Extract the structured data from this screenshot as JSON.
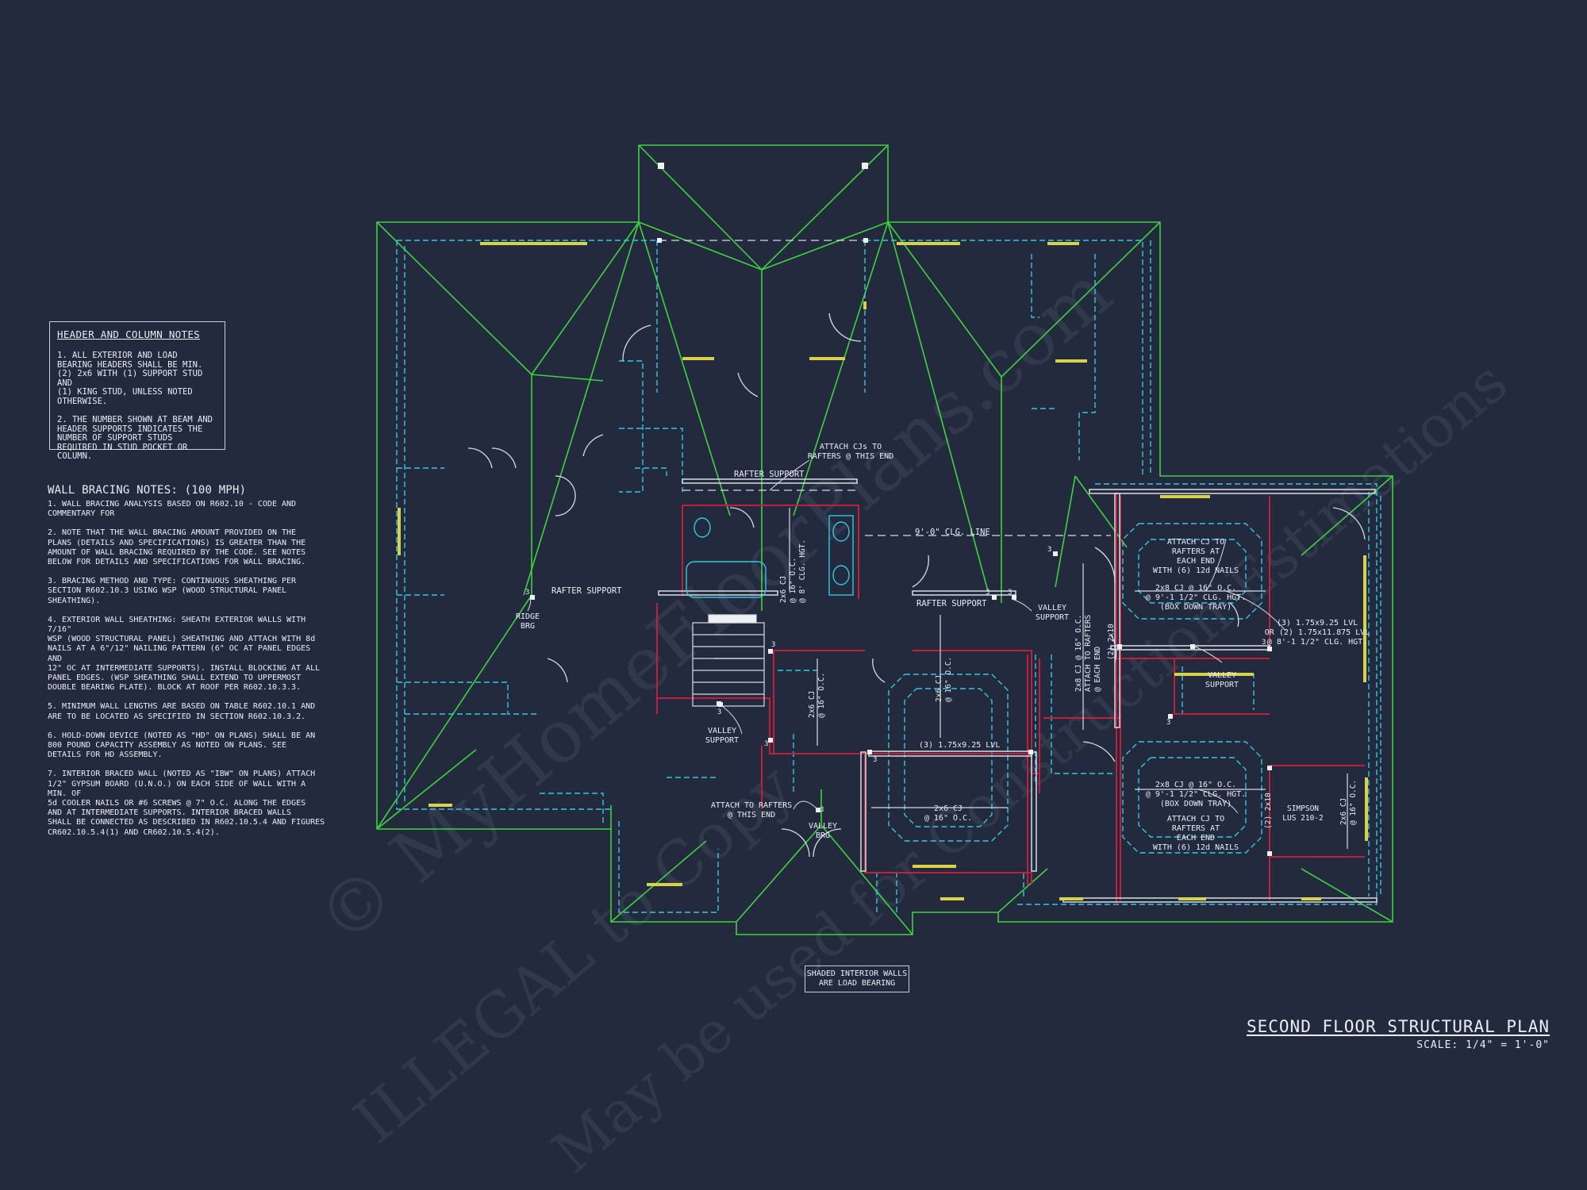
{
  "header_notes": {
    "title": "HEADER AND COLUMN NOTES",
    "items": [
      "1. ALL EXTERIOR AND LOAD\nBEARING HEADERS SHALL BE MIN.\n(2) 2x6 WITH (1) SUPPORT STUD AND\n(1) KING STUD, UNLESS NOTED\nOTHERWISE.",
      "2. THE NUMBER SHOWN AT BEAM AND\nHEADER SUPPORTS INDICATES THE\nNUMBER OF SUPPORT STUDS\nREQUIRED IN STUD POCKET OR\nCOLUMN."
    ]
  },
  "bracing_notes": {
    "title": "WALL BRACING NOTES: (100 MPH)",
    "items": [
      "1. WALL BRACING ANALYSIS BASED ON R602.10 - CODE AND\nCOMMENTARY FOR",
      "2. NOTE THAT THE WALL BRACING AMOUNT PROVIDED ON THE\nPLANS (DETAILS AND SPECIFICATIONS) IS GREATER THAN THE\nAMOUNT OF WALL BRACING REQUIRED BY THE CODE. SEE NOTES\nBELOW FOR DETAILS AND SPECIFICATIONS FOR WALL BRACING.",
      "3. BRACING METHOD AND TYPE: CONTINUOUS SHEATHING PER\nSECTION R602.10.3 USING WSP (WOOD STRUCTURAL PANEL\nSHEATHING).",
      "4. EXTERIOR WALL SHEATHING: SHEATH EXTERIOR WALLS WITH 7/16\"\nWSP (WOOD STRUCTURAL PANEL) SHEATHING AND ATTACH WITH 8d\nNAILS AT A 6\"/12\" NAILING PATTERN (6\" OC AT PANEL EDGES AND\n12\" OC AT INTERMEDIATE SUPPORTS). INSTALL BLOCKING AT ALL\nPANEL EDGES. (WSP SHEATHING SHALL EXTEND TO UPPERMOST\nDOUBLE BEARING PLATE). BLOCK AT ROOF PER R602.10.3.3.",
      "5. MINIMUM WALL LENGTHS ARE BASED ON TABLE R602.10.1 AND\nARE TO BE LOCATED AS SPECIFIED IN SECTION R602.10.3.2.",
      "6. HOLD-DOWN DEVICE (NOTED AS \"HD\" ON PLANS) SHALL BE AN\n800 POUND CAPACITY ASSEMBLY AS NOTED ON PLANS. SEE\nDETAILS FOR HD ASSEMBLY.",
      "7. INTERIOR BRACED WALL (NOTED AS \"IBW\" ON PLANS) ATTACH\n1/2\" GYPSUM BOARD (U.N.O.) ON EACH SIDE OF WALL WITH A MIN. OF\n5d COOLER NAILS OR #6 SCREWS @ 7\" O.C. ALONG THE EDGES\nAND AT INTERMEDIATE SUPPORTS. INTERIOR BRACED WALLS\nSHALL BE CONNECTED AS DESCRIBED IN R602.10.5.4 AND FIGURES\nCR602.10.5.4(1) AND CR602.10.5.4(2)."
    ]
  },
  "plan_labels": {
    "attach_cjs": "ATTACH CJs TO\nRAFTERS @ THIS END",
    "rafter_support": "RAFTER SUPPORT",
    "clg_line": "9'-0\" CLG. LINE",
    "ridge_brg": "RIDGE\nBRG",
    "valley_support": "VALLEY\nSUPPORT",
    "valley_brg": "VALLEY\nBRG",
    "attach_rafters_this_end": "ATTACH TO RAFTERS\n@ THIS END",
    "attach_each_end": "ATTACH CJ TO\nRAFTERS AT\nEACH END\nWITH (6) 12d NAILS",
    "cj_2x8_upper": "2x8 CJ @ 16\" O.C.\n@ 9'-1 1/2\" CLG. HGT.\n(BOX DOWN TRAY)",
    "cj_2x8_lower": "2x8 CJ @ 16\" O.C.\n@ 9'-1 1/2\" CLG. HGT.\n(BOX DOWN TRAY)",
    "lvl_right": "(3) 1.75x9.25 LVL\nOR (2) 1.75x11.875 LVL\n@ 8'-1 1/2\" CLG. HGT.",
    "lvl_mid": "(3) 1.75x9.25 LVL",
    "cj_2x6": "2x6 CJ\n@ 16\" O.C.",
    "cj_2x6_vert_bath": "2x6 CJ\n@ 16\" O.C.\n@ 8' CLG. HGT.",
    "cj_2x8_vert": "2x8 CJ @ 16\" O.C.\nATTACH TO RAFTERS\n@ EACH END",
    "hdr_2x10": "(2) 2x10",
    "simpson": "SIMPSON\nLUS 210-2",
    "support_3": "3"
  },
  "legend_box": "SHADED INTERIOR WALLS\nARE LOAD BEARING",
  "title": {
    "name": "SECOND FLOOR STRUCTURAL PLAN",
    "scale": "SCALE: 1/4\" = 1'-0\""
  },
  "watermarks": [
    "© MyHomeFloorPlans.com",
    "ILLEGAL to Copy",
    "May be used for Construction Estimations"
  ],
  "colors": {
    "background": "#232a3e",
    "roof_lines": "#3fd23f",
    "walls_dashed": "#35c6e0",
    "load_bearing": "#c0203c",
    "headers": "#d8d24a",
    "text": "#e9edf4"
  }
}
